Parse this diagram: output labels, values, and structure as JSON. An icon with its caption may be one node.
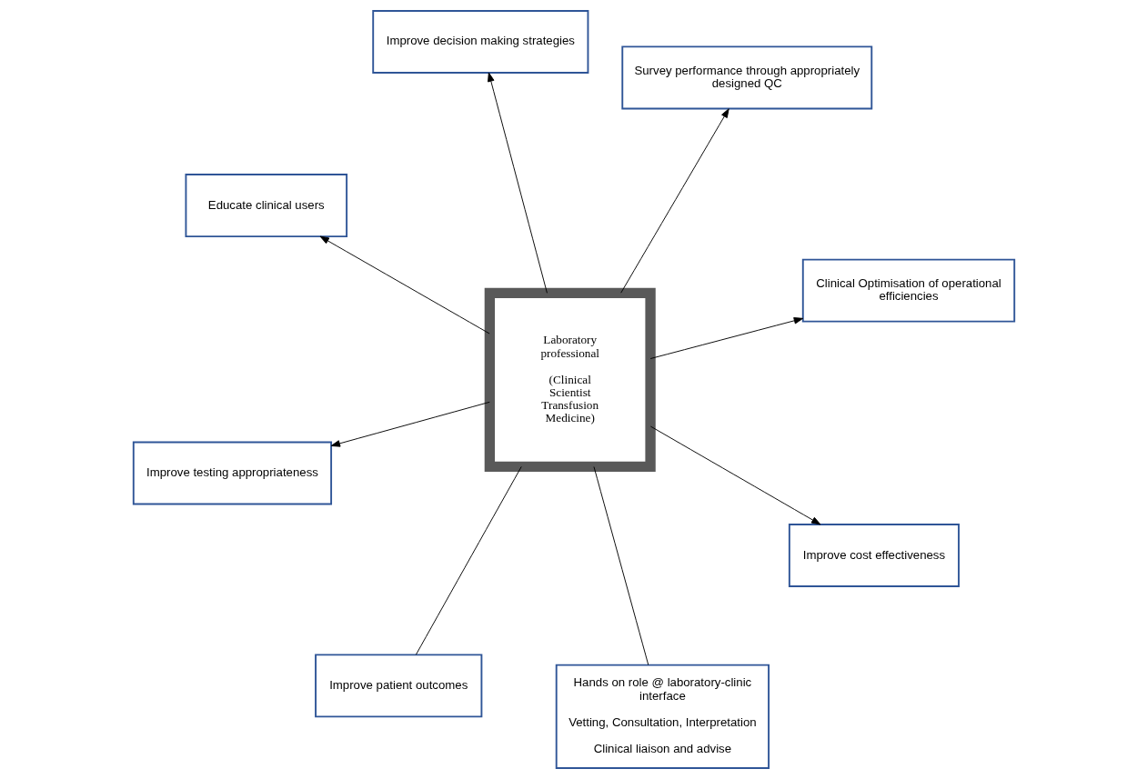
{
  "diagram": {
    "nodes": [
      {
        "text": [
          "Laboratory professional",
          "(Clinical Scientist Transfusion Medicine)"
        ]
      },
      {
        "text": [
          "Clinical Optimisation of operational efficiencies"
        ]
      },
      {
        "text": [
          "Improve patient outcomes"
        ]
      },
      {
        "text": [
          "Educate clinical users"
        ]
      },
      {
        "text": [
          "Survey performance through appropriately designed QC"
        ]
      },
      {
        "text": [
          "Improve decision making strategies"
        ]
      },
      {
        "text": [
          "Improve testing appropriateness"
        ]
      },
      {
        "text": [
          "Improve cost effectiveness"
        ]
      },
      {
        "text": [
          "Hands on role @ laboratory-clinic interface",
          "Vetting, Consultation, Interpretation",
          "Clinical liaison and advise"
        ]
      }
    ],
    "edges": [
      {
        "from": 0,
        "to": 1,
        "arrow": "to"
      },
      {
        "from": 0,
        "to": 2,
        "arrow": "none"
      },
      {
        "from": 0,
        "to": 3,
        "arrow": "to"
      },
      {
        "from": 0,
        "to": 4,
        "arrow": "to"
      },
      {
        "from": 0,
        "to": 5,
        "arrow": "to"
      },
      {
        "from": 0,
        "to": 6,
        "arrow": "to"
      },
      {
        "from": 0,
        "to": 7,
        "arrow": "to"
      },
      {
        "from": 0,
        "to": 8,
        "arrow": "none"
      }
    ]
  }
}
